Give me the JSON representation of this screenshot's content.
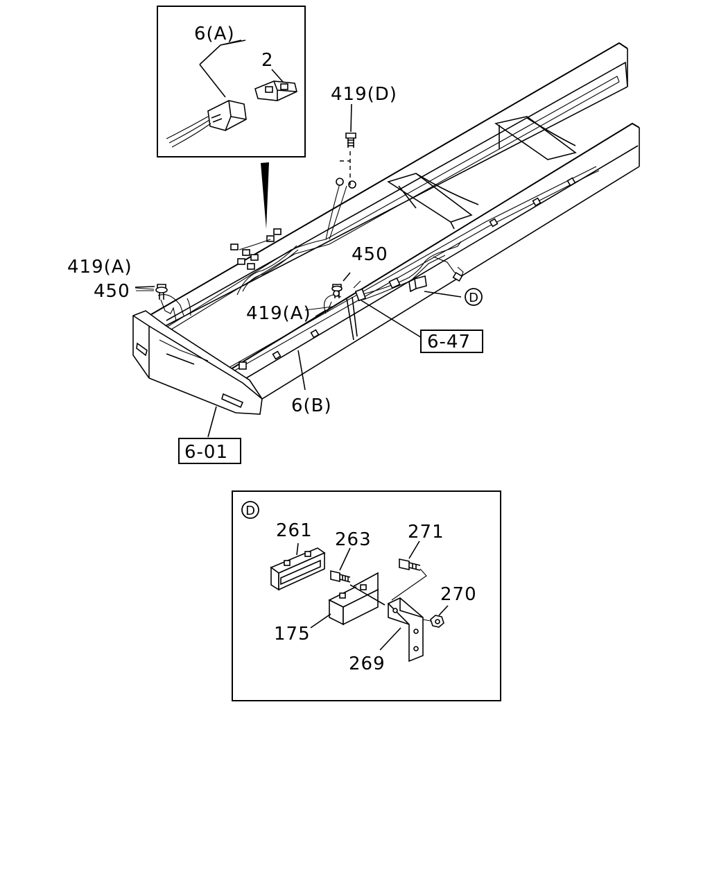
{
  "callouts": {
    "c_6A": "6(A)",
    "c_2": "2",
    "c_419D": "419(D)",
    "c_419A_left": "419(A)",
    "c_450_left": "450",
    "c_450_mid": "450",
    "c_419A_mid": "419(A)",
    "c_D_marker": "D",
    "c_6_47": "6-47",
    "c_6B": "6(B)",
    "c_6_01": "6-01",
    "c_D_detail": "D",
    "c_261": "261",
    "c_263": "263",
    "c_271": "271",
    "c_270": "270",
    "c_175": "175",
    "c_269": "269"
  }
}
